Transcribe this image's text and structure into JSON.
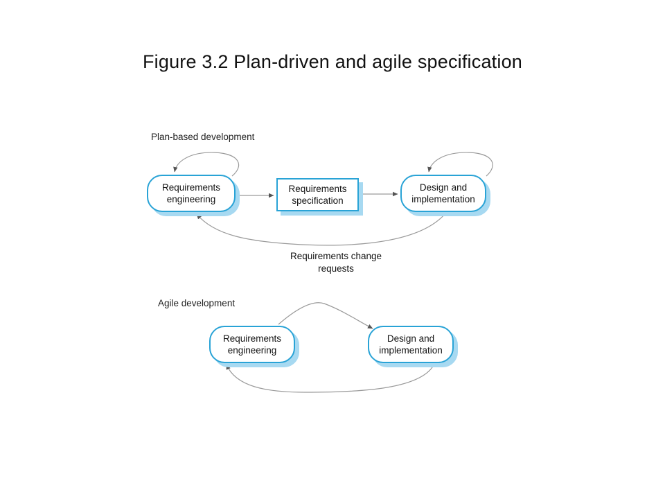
{
  "title": "Figure 3.2 Plan-driven and agile specification",
  "plan": {
    "label": "Plan-based development",
    "nodes": {
      "req_eng": "Requirements\nengineering",
      "req_spec": "Requirements\nspecification",
      "design_impl": "Design and\nimplementation"
    },
    "change_label": "Requirements change\nrequests"
  },
  "agile": {
    "label": "Agile development",
    "nodes": {
      "req_eng": "Requirements\nengineering",
      "design_impl": "Design and\nimplementation"
    }
  },
  "colors": {
    "node_border": "#29a3d6",
    "node_shadow": "#a7d9f1",
    "arrow": "#9a9a9a"
  }
}
